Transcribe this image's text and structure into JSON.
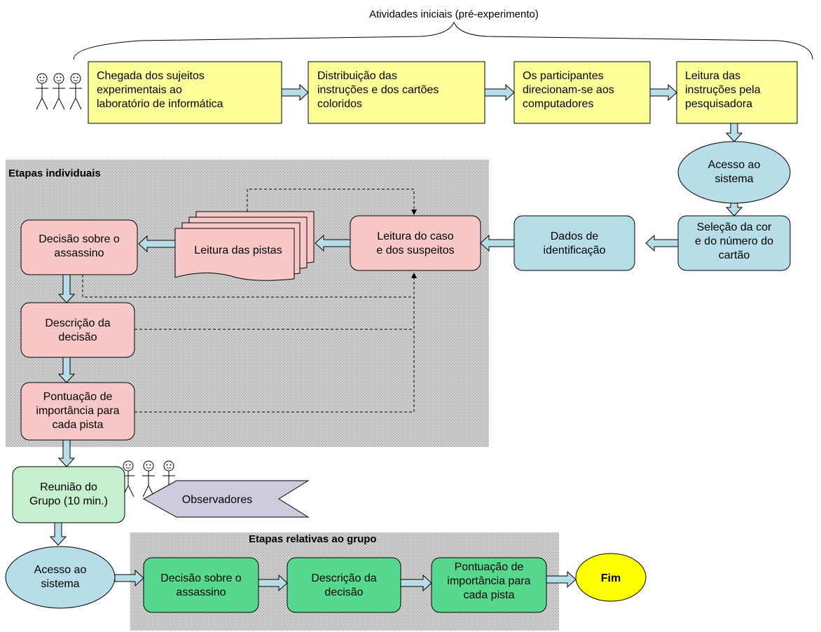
{
  "header": {
    "title": "Atividades iniciais (pré-experimento)"
  },
  "panels": {
    "individual": {
      "title": "Etapas individuais"
    },
    "group": {
      "title": "Etapas relativas ao grupo"
    }
  },
  "colors": {
    "yellow_box": "#ffff99",
    "teal_box": "#b7dde8",
    "pink_box": "#f8c8c8",
    "light_green_box": "#c6efce",
    "green_box": "#56d98e",
    "purple_arrow": "#ccccdd",
    "end_circle": "#ffff00",
    "connector_arrow": "#b7dde8"
  },
  "nodes": {
    "chegada": [
      "Chegada dos sujeitos",
      "experimentais ao",
      "laboratório de informática"
    ],
    "distribuicao": [
      "Distribuição das",
      "instruções e dos cartões",
      "coloridos"
    ],
    "direcionam": [
      "Os participantes",
      "direcionam-se aos",
      "computadores"
    ],
    "leitura_instrucoes": [
      "Leitura das",
      "instruções pela",
      "pesquisadora"
    ],
    "acesso1": [
      "Acesso ao",
      "sistema"
    ],
    "selecao": [
      "Seleção da cor",
      "e do número do",
      "cartão"
    ],
    "dados": [
      "Dados de",
      "identificação"
    ],
    "leitura_caso": [
      "Leitura do caso",
      "e dos suspeitos"
    ],
    "leitura_pistas": [
      "Leitura das pistas"
    ],
    "decisao_ind": [
      "Decisão sobre o",
      "assassino"
    ],
    "descricao_ind": [
      "Descrição da",
      "decisão"
    ],
    "pontuacao_ind": [
      "Pontuação de",
      "importância para",
      "cada pista"
    ],
    "reuniao": [
      "Reunião do",
      "Grupo (10 min.)"
    ],
    "observadores": [
      "Observadores"
    ],
    "acesso2": [
      "Acesso ao",
      "sistema"
    ],
    "decisao_grp": [
      "Decisão sobre o",
      "assassino"
    ],
    "descricao_grp": [
      "Descrição da",
      "decisão"
    ],
    "pontuacao_grp": [
      "Pontuação de",
      "importância para",
      "cada pista"
    ],
    "fim": [
      "Fim"
    ]
  }
}
